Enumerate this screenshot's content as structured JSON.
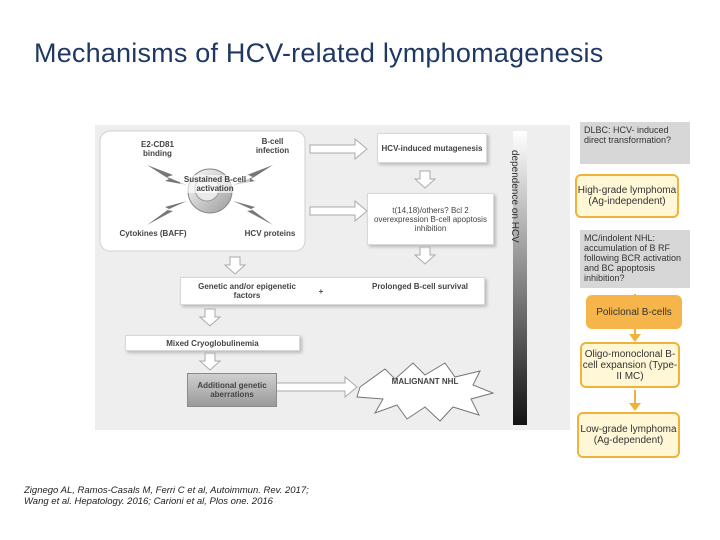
{
  "title": "Mechanisms of HCV-related lymphomagenesis",
  "diagram": {
    "e2cd81": "E2-CD81 binding",
    "bcell_infection": "B-cell infection",
    "sustained": "Sustained B-cell activation",
    "cytokines": "Cytokines (BAFF)",
    "hcv_proteins": "HCV proteins",
    "hcv_mutagenesis": "HCV-induced mutagenesis",
    "t1418": "t(14,18)/others? Bcl 2 overexpression B-cell apoptosis inhibition",
    "genetic": "Genetic and/or epigenetic factors",
    "plus": "+",
    "prolonged": "Prolonged B-cell survival",
    "cryo": "Mixed Cryoglobulinemia",
    "additional": "Additional genetic aberrations",
    "malignant": "MALIGNANT NHL",
    "dependence": "dependence on HCV"
  },
  "notes": {
    "dlbc": "DLBC: HCV- induced direct transformation?",
    "mc": "MC/indolent NHL: accumulation of B RF following BCR activation and BC apoptosis inhibition?"
  },
  "right_boxes": {
    "high_grade": "High-grade lymphoma (Ag-independent)",
    "policlonal": "Policlonal B-cells",
    "oligo": "Oligo-monoclonal B-cell expansion (Type-II MC)",
    "low_grade": "Low-grade lymphoma (Ag-dependent)"
  },
  "citation": {
    "line1": "Zignego AL, Ramos-Casals M, Ferri C et al, Autoimmun. Rev. 2017;",
    "line2": "Wang et al. Hepatology. 2016; Carioni et al, Plos one. 2016"
  },
  "colors": {
    "title": "#1f3864",
    "orange_border": "#f0b33a",
    "orange_fill": "#f6b54a",
    "note_bg": "#d7d7d7"
  }
}
